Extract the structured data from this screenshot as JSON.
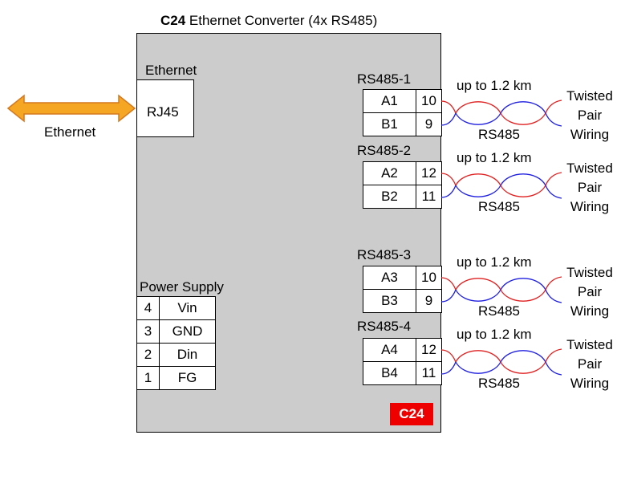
{
  "title": {
    "bold": "C24",
    "rest": " Ethernet Converter (4x RS485)"
  },
  "ethernet": {
    "port_label": "Ethernet",
    "connector": "RJ45",
    "external_label": "Ethernet"
  },
  "power": {
    "label": "Power Supply",
    "pins": [
      {
        "num": "4",
        "name": "Vin"
      },
      {
        "num": "3",
        "name": "GND"
      },
      {
        "num": "2",
        "name": "Din"
      },
      {
        "num": "1",
        "name": "FG"
      }
    ]
  },
  "rs485": [
    {
      "label": "RS485-1",
      "a": "A1",
      "a_pin": "10",
      "b": "B1",
      "b_pin": "9",
      "distance": "up to 1.2 km",
      "cable": "RS485",
      "wiring": [
        "Twisted",
        "Pair",
        "Wiring"
      ]
    },
    {
      "label": "RS485-2",
      "a": "A2",
      "a_pin": "12",
      "b": "B2",
      "b_pin": "11",
      "distance": "up to 1.2 km",
      "cable": "RS485",
      "wiring": [
        "Twisted",
        "Pair",
        "Wiring"
      ]
    },
    {
      "label": "RS485-3",
      "a": "A3",
      "a_pin": "10",
      "b": "B3",
      "b_pin": "9",
      "distance": "up to 1.2 km",
      "cable": "RS485",
      "wiring": [
        "Twisted",
        "Pair",
        "Wiring"
      ]
    },
    {
      "label": "RS485-4",
      "a": "A4",
      "a_pin": "12",
      "b": "B4",
      "b_pin": "11",
      "distance": "up to 1.2 km",
      "cable": "RS485",
      "wiring": [
        "Twisted",
        "Pair",
        "Wiring"
      ]
    }
  ],
  "badge": "C24",
  "colors": {
    "box": "#cccccc",
    "arrow": "#f5a623",
    "arrow_stroke": "#d4781f",
    "wire_a": "#e02020",
    "wire_b": "#1f1fe0",
    "badge": "#ee0000"
  }
}
